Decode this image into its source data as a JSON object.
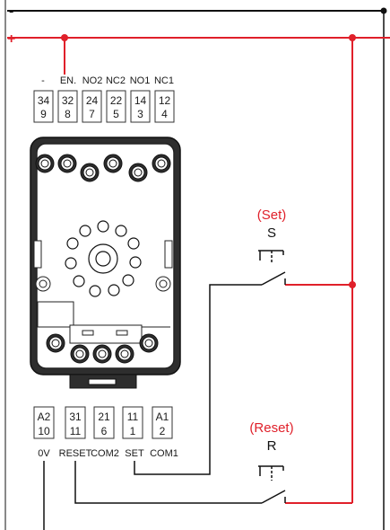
{
  "colors": {
    "positive_rail": "#e0202a",
    "negative_rail": "#111111",
    "wire": "#111111",
    "base_fill": "#2e2e2e"
  },
  "rails": {
    "negative_sign": "-",
    "positive_sign": "+"
  },
  "top_terminals": [
    {
      "label": "-",
      "top": "34",
      "bottom": "9"
    },
    {
      "label": "EN.",
      "top": "32",
      "bottom": "8"
    },
    {
      "label": "NO2",
      "top": "24",
      "bottom": "7"
    },
    {
      "label": "NC2",
      "top": "22",
      "bottom": "5"
    },
    {
      "label": "NO1",
      "top": "14",
      "bottom": "3"
    },
    {
      "label": "NC1",
      "top": "12",
      "bottom": "4"
    }
  ],
  "bottom_terminals": [
    {
      "label": "0V",
      "top": "A2",
      "bottom": "10"
    },
    {
      "label": "RESET",
      "top": "31",
      "bottom": "11"
    },
    {
      "label": "COM2",
      "top": "21",
      "bottom": "6"
    },
    {
      "label": "SET",
      "top": "11",
      "bottom": "1"
    },
    {
      "label": "COM1",
      "top": "A1",
      "bottom": "2"
    }
  ],
  "switches": {
    "set": {
      "caption": "(Set)",
      "letter": "S"
    },
    "reset": {
      "caption": "(Reset)",
      "letter": "R"
    }
  }
}
